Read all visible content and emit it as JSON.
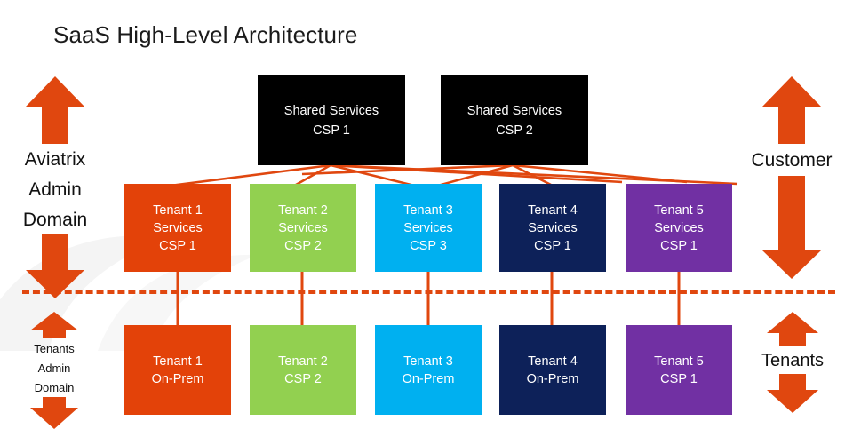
{
  "slide": {
    "title": "SaaS High-Level Architecture",
    "background": "#ffffff"
  },
  "colors": {
    "orange": "#e0470f",
    "orange_box": "#e34209",
    "green": "#92d050",
    "light_blue": "#00b0f0",
    "navy": "#0d2159",
    "purple": "#7130a3",
    "black": "#000000",
    "text_dark": "#1b1b1b",
    "text_light": "#ffffff",
    "divider": "#e0470f"
  },
  "shared_services": [
    {
      "id": "shared-1",
      "line1": "Shared Services",
      "line2": "CSP 1",
      "color": "#000000"
    },
    {
      "id": "shared-2",
      "line1": "Shared Services",
      "line2": "CSP 2",
      "color": "#000000"
    }
  ],
  "tenant_services": [
    {
      "id": "tenant-1-services",
      "line1": "Tenant 1",
      "line2": "Services",
      "line3": "CSP 1",
      "color": "#e34209"
    },
    {
      "id": "tenant-2-services",
      "line1": "Tenant 2",
      "line2": "Services",
      "line3": "CSP 2",
      "color": "#92d050"
    },
    {
      "id": "tenant-3-services",
      "line1": "Tenant 3",
      "line2": "Services",
      "line3": "CSP 3",
      "color": "#00b0f0"
    },
    {
      "id": "tenant-4-services",
      "line1": "Tenant 4",
      "line2": "Services",
      "line3": "CSP 1",
      "color": "#0d2159"
    },
    {
      "id": "tenant-5-services",
      "line1": "Tenant 5",
      "line2": "Services",
      "line3": "CSP 1",
      "color": "#7130a3"
    }
  ],
  "tenant_sites": [
    {
      "id": "tenant-1-site",
      "line1": "Tenant 1",
      "line2": "On-Prem",
      "color": "#e34209"
    },
    {
      "id": "tenant-2-site",
      "line1": "Tenant 2",
      "line2": "CSP 2",
      "color": "#92d050"
    },
    {
      "id": "tenant-3-site",
      "line1": "Tenant 3",
      "line2": "On-Prem",
      "color": "#00b0f0"
    },
    {
      "id": "tenant-4-site",
      "line1": "Tenant 4",
      "line2": "On-Prem",
      "color": "#0d2159"
    },
    {
      "id": "tenant-5-site",
      "line1": "Tenant 5",
      "line2": "CSP 1",
      "color": "#7130a3"
    }
  ],
  "annotations": {
    "left_top": {
      "line1": "Aviatrix",
      "line2": "Admin",
      "line3": "Domain"
    },
    "right_top": {
      "line1": "Customer"
    },
    "left_bottom": {
      "line1": "Tenants",
      "line2": "Admin",
      "line3": "Domain"
    },
    "right_bottom": {
      "line1": "Tenants"
    }
  },
  "icons": {
    "arrow_up": "arrow-up-icon",
    "arrow_down": "arrow-down-icon"
  }
}
